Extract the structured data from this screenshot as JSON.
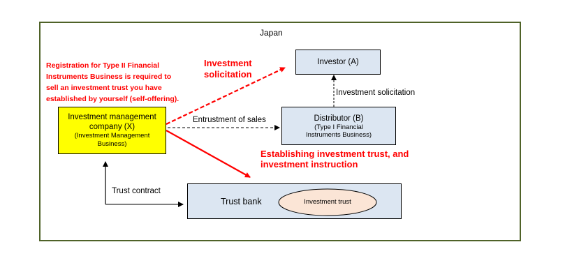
{
  "diagram": {
    "region_label": "Japan",
    "note": {
      "lines": [
        "Registration for Type II Financial",
        "Instruments Business is required to",
        "sell an investment trust you have",
        "established by yourself (self-offering)."
      ]
    },
    "nodes": {
      "investor": {
        "title": "Investor (A)"
      },
      "distributor": {
        "title": "Distributor (B)",
        "sub1": "(Type I Financial",
        "sub2": "Instruments Business)"
      },
      "manager": {
        "title1": "Investment management",
        "title2": "company (X)",
        "sub1": "(Investment Management",
        "sub2": "Business)"
      },
      "trust_bank": {
        "title": "Trust bank"
      },
      "investment_trust": {
        "title": "Investment trust"
      }
    },
    "edges": {
      "solicitation_red": {
        "line1": "Investment",
        "line2": "solicitation",
        "style": "dashed",
        "color": "#ff0000"
      },
      "solicitation_black": {
        "label": "Investment solicitation",
        "style": "dashed",
        "color": "#000000"
      },
      "entrustment": {
        "label": "Entrustment of sales",
        "style": "dashed",
        "color": "#000000"
      },
      "establishing": {
        "line1": "Establishing investment trust, and",
        "line2": "investment instruction",
        "style": "solid",
        "color": "#ff0000"
      },
      "trust_contract": {
        "label": "Trust contract",
        "style": "solid",
        "color": "#000000"
      }
    },
    "colors": {
      "frame": "#4f6228",
      "box_fill": "#dce6f2",
      "manager_fill": "#ffff00",
      "ellipse_fill": "#fbe5d6",
      "accent_red": "#ff0000"
    }
  }
}
